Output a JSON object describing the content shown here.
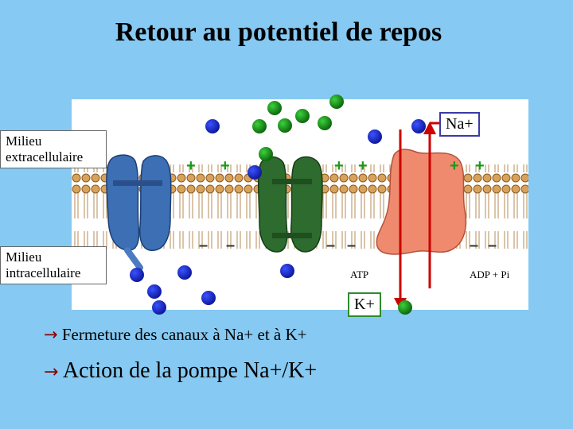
{
  "slide": {
    "title": "Retour au potentiel de repos",
    "extracellular_label": "Milieu extracellulaire",
    "intracellular_label": "Milieu intracellulaire",
    "na_label": "Na+",
    "k_label": "K+",
    "atp_label": "ATP",
    "adp_label": "ADP + Pi",
    "plus_sign": "+",
    "minus_sign": "–",
    "bullets": [
      "Fermeture des canaux à Na+ et à K+",
      "Action de la pompe Na+/K+"
    ],
    "bullet_arrow": "→"
  },
  "colors": {
    "background": "#86c9f2",
    "sodium_ion": "#1b2fd0",
    "potassium_ion": "#1f9a1f",
    "sodium_channel": "#3c6fb3",
    "potassium_channel": "#2e6b2e",
    "pump": "#f08a6e",
    "arrow": "#cc0000"
  }
}
